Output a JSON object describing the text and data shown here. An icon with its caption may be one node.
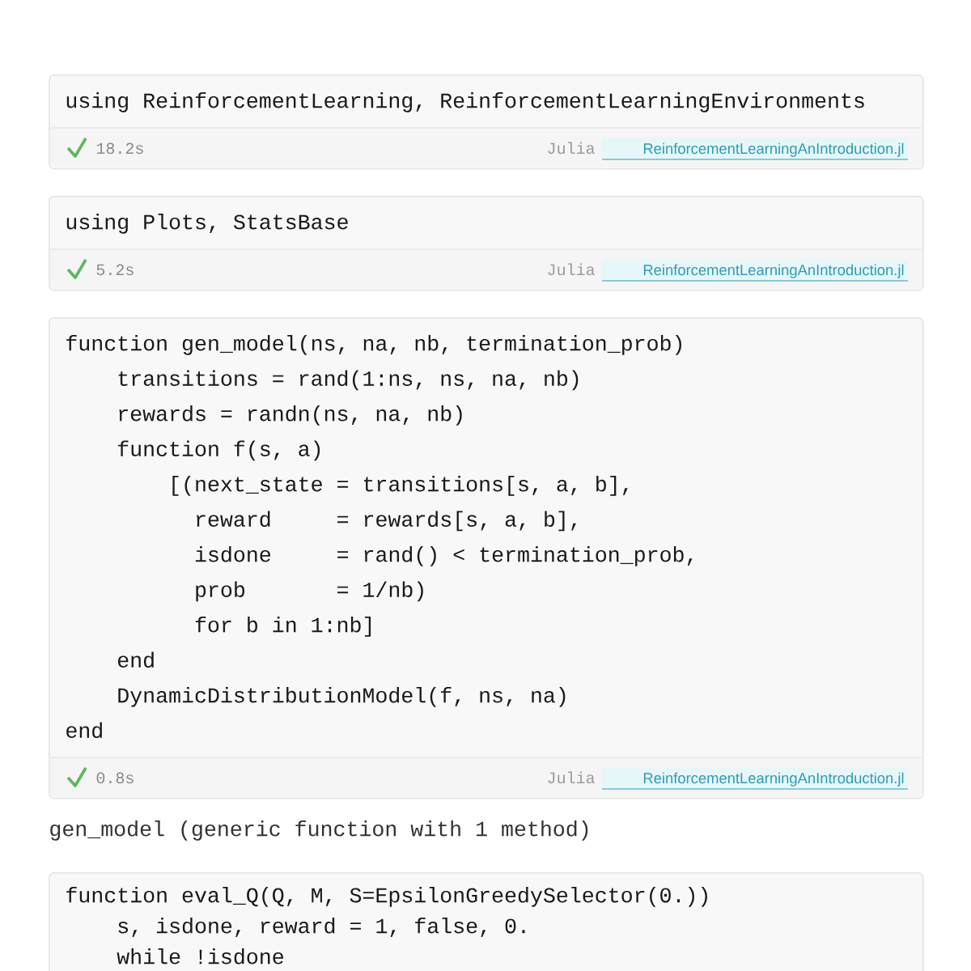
{
  "diagram": {
    "nodes": [
      {
        "text": [
          "using ReinforcementLearning, ReinforcementLearningEnvironments",
          "18.2s",
          "Julia",
          "ReinforcementLearningAnIntroduction.jl"
        ]
      },
      {
        "text": [
          "using Plots, StatsBase",
          "5.2s",
          "Julia",
          "ReinforcementLearningAnIntroduction.jl"
        ]
      },
      {
        "text": [
          "function gen_model(ns, na, nb, termination_prob)",
          "transitions = rand(1:ns, ns, na, nb)",
          "rewards = randn(ns, na, nb)",
          "function f(s, a)",
          "[(next_state = transitions[s, a, b],",
          "reward     = rewards[s, a, b],",
          "isdone     = rand() < termination_prob,",
          "prob       = 1/nb)",
          "for b in 1:nb]",
          "end",
          "DynamicDistributionModel(f, ns, na)",
          "end",
          "0.8s",
          "Julia",
          "ReinforcementLearningAnIntroduction.jl"
        ]
      },
      {
        "text": [
          "function eval_Q(Q, M, S=EpsilonGreedySelector(0.))",
          "s, isdone, reward = 1, false, 0.",
          "while !isdone"
        ]
      }
    ],
    "labels": [
      "gen_model (generic function with 1 method)"
    ]
  }
}
